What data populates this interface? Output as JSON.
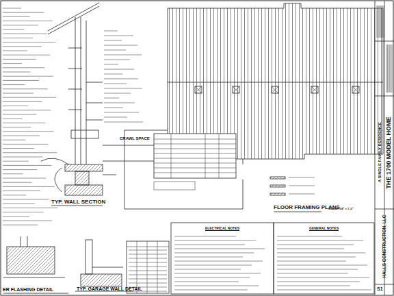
{
  "diagram": {
    "nodes": [
      {
        "text": [
          "ELECTRICAL NOTES"
        ]
      },
      {
        "text": [
          "GENERAL NOTES"
        ]
      },
      {
        "text": [
          "A SINGLE FAMILY RESIDENCE",
          "THE 1700 MODEL HOME"
        ]
      },
      {
        "text": [
          "HALLS CONSTRUCTION, LLC"
        ]
      }
    ],
    "labels": [
      "TYP. WALL SECTION",
      "CRAWL SPACE",
      "FLOOR FRAMING PLANS",
      "SCALE: 1/4\" = 1'-0\"",
      "TYP. GARAGE WALL DETAIL",
      "ER FLASHING DETAIL",
      "S1"
    ]
  }
}
